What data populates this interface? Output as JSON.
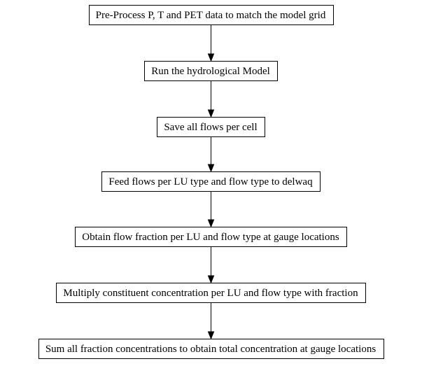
{
  "diagram": {
    "type": "flowchart",
    "direction": "top-to-bottom",
    "nodes": [
      {
        "id": "preprocess",
        "label": "Pre-Process P, T and PET data to match the model grid"
      },
      {
        "id": "run_model",
        "label": "Run the hydrological Model"
      },
      {
        "id": "save_flows",
        "label": "Save all flows per cell"
      },
      {
        "id": "feed_flows",
        "label": "Feed flows per LU type and flow type to delwaq"
      },
      {
        "id": "obtain_fraction",
        "label": "Obtain flow fraction per LU and flow type at gauge locations"
      },
      {
        "id": "multiply",
        "label": "Multiply constituent concentration per LU and flow type with fraction"
      },
      {
        "id": "sum",
        "label": "Sum all fraction concentrations to obtain total concentration at gauge locations"
      }
    ],
    "edges": [
      {
        "from": "preprocess",
        "to": "run_model"
      },
      {
        "from": "run_model",
        "to": "save_flows"
      },
      {
        "from": "save_flows",
        "to": "feed_flows"
      },
      {
        "from": "feed_flows",
        "to": "obtain_fraction"
      },
      {
        "from": "obtain_fraction",
        "to": "multiply"
      },
      {
        "from": "multiply",
        "to": "sum"
      }
    ]
  }
}
